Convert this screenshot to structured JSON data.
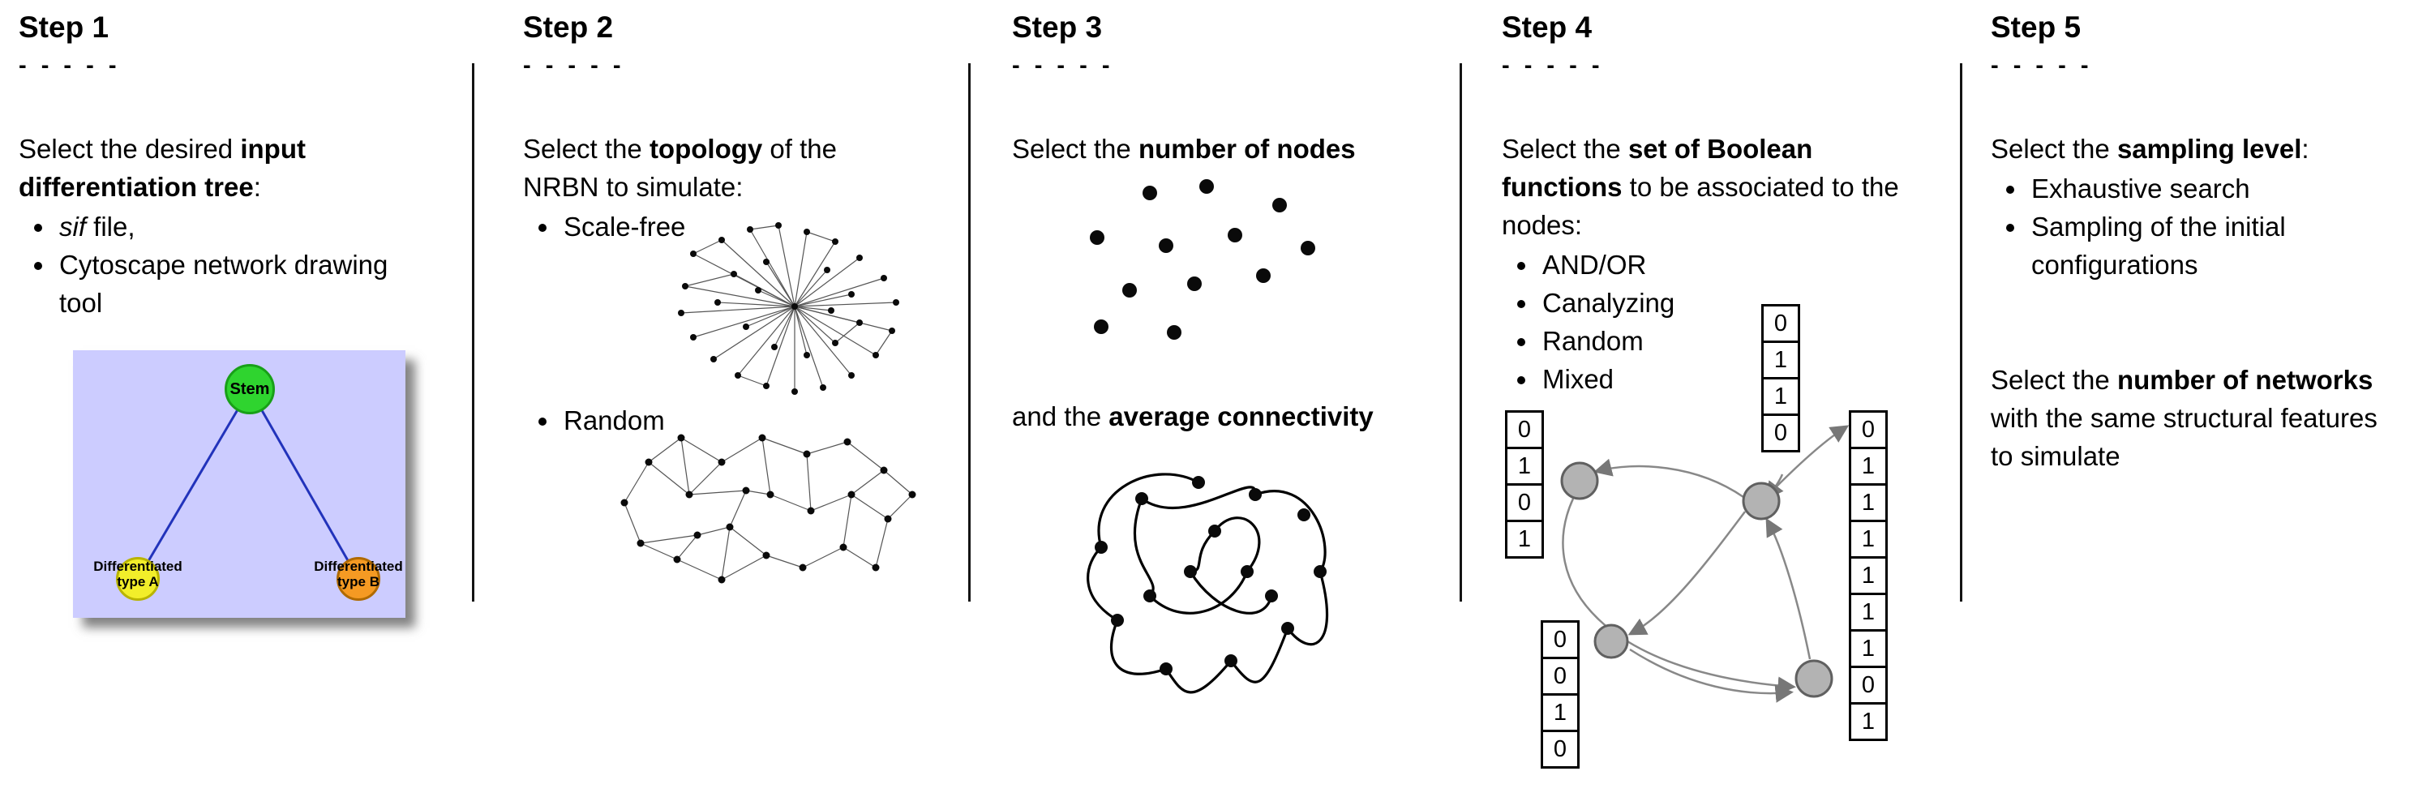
{
  "steps": [
    {
      "title": "Step 1",
      "dashes": "- - - - -",
      "intro": {
        "pre": "Select the desired ",
        "bold": "input differentiation tree",
        "post": ":"
      },
      "bullets": [
        {
          "italic": "sif",
          "text": " file,"
        },
        {
          "text": "Cytoscape network drawing tool"
        }
      ],
      "tree": {
        "background": "#ccccff",
        "edge_color": "#2233bb",
        "stem": {
          "label": "Stem",
          "color": "#2fd42f",
          "border": "#18a018"
        },
        "node_a": {
          "line1": "Differentiated",
          "line2": "type A",
          "color": "#f2ee2a",
          "border": "#b9b400"
        },
        "node_b": {
          "line1": "Differentiated",
          "line2": "type B",
          "color": "#f59a23",
          "border": "#b06a00"
        }
      }
    },
    {
      "title": "Step 2",
      "dashes": "- - - - -",
      "intro": {
        "pre": "Select the ",
        "bold": "topology",
        "post": " of the NRBN to simulate:"
      },
      "bullets": [
        {
          "text": "Scale-free"
        },
        {
          "text": "Random"
        }
      ],
      "illustrations": [
        "scale-free-network",
        "random-network"
      ]
    },
    {
      "title": "Step 3",
      "dashes": "- - - - -",
      "intro": {
        "pre": "Select the ",
        "bold": "number of nodes",
        "post": ""
      },
      "second": {
        "pre": "and the ",
        "bold": "average connectivity",
        "post": ""
      },
      "illustrations": [
        "scattered-nodes",
        "tangled-network"
      ]
    },
    {
      "title": "Step 4",
      "dashes": "- - - - -",
      "intro": {
        "pre": "Select the ",
        "bold": "set of Boolean functions",
        "post": " to be associated to the nodes:"
      },
      "bullets": [
        {
          "text": "AND/OR"
        },
        {
          "text": "Canalyzing"
        },
        {
          "text": "Random"
        },
        {
          "text": "Mixed"
        }
      ],
      "truth_tables": {
        "top": [
          "0",
          "1",
          "1",
          "0"
        ],
        "left": [
          "0",
          "1",
          "0",
          "1"
        ],
        "bottom_left": [
          "0",
          "0",
          "1",
          "0"
        ],
        "right": [
          "0",
          "1",
          "1",
          "1",
          "1",
          "1",
          "1",
          "0",
          "1"
        ]
      },
      "node_color": "#b3b3b3",
      "node_border": "#606060",
      "arrow_color": "#888888"
    },
    {
      "title": "Step 5",
      "dashes": "- - - - -",
      "intro": {
        "pre": "Select the ",
        "bold": "sampling level",
        "post": ":"
      },
      "bullets": [
        {
          "text": "Exhaustive search"
        },
        {
          "text": "Sampling of the initial configurations"
        }
      ],
      "second": {
        "pre": "Select the ",
        "bold": "number of networks",
        "post": " with the same structural features to simulate"
      }
    }
  ]
}
